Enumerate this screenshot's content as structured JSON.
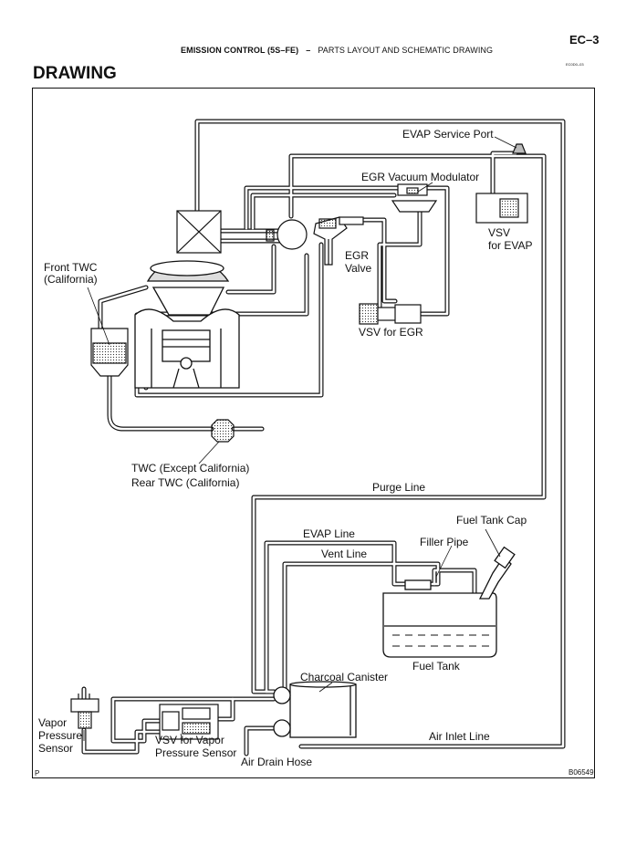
{
  "header": {
    "section": "EMISSION CONTROL (5S–FE)",
    "separator": "–",
    "subtitle": "PARTS LAYOUT AND SCHEMATIC DRAWING",
    "page": "EC–3",
    "code": "EC0D0–03"
  },
  "title": "DRAWING",
  "labels": {
    "evap_service_port": "EVAP Service Port",
    "egr_vacuum_modulator": "EGR Vacuum Modulator",
    "vsv_evap_1": "VSV",
    "vsv_evap_2": "for EVAP",
    "egr_valve_1": "EGR",
    "egr_valve_2": "Valve",
    "front_twc_1": "Front TWC",
    "front_twc_2": "(California)",
    "vsv_egr": "VSV for EGR",
    "twc_1": "TWC (Except California)",
    "twc_2": "Rear TWC (California)",
    "purge_line": "Purge Line",
    "fuel_tank_cap": "Fuel Tank Cap",
    "evap_line": "EVAP Line",
    "filler_pipe": "Filler Pipe",
    "vent_line": "Vent Line",
    "fuel_tank": "Fuel Tank",
    "charcoal_canister": "Charcoal Canister",
    "vapor_1": "Vapor",
    "vapor_2": "Pressure",
    "vapor_3": "Sensor",
    "vsv_vapor_1": "VSV for Vapor",
    "vsv_vapor_2": "Pressure Sensor",
    "air_drain_hose": "Air Drain Hose",
    "air_inlet_line": "Air Inlet Line",
    "figure_code": "B06549",
    "corner_mark": "P"
  }
}
